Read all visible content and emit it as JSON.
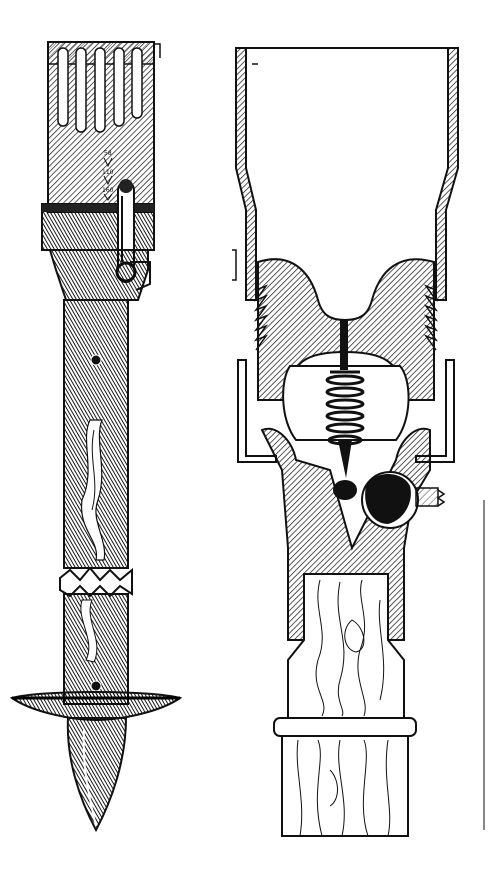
{
  "figure": {
    "background": "#ffffff",
    "ink": "#111111",
    "panels": [
      {
        "id": "exterior-view"
      },
      {
        "id": "cross-section-view"
      }
    ],
    "markings": {
      "mark_1": "58",
      "mark_2": "110",
      "mark_3": "160"
    },
    "icons": [
      "hatching-pattern",
      "wood-grain-pattern",
      "spring-icon",
      "gear-icon"
    ]
  }
}
